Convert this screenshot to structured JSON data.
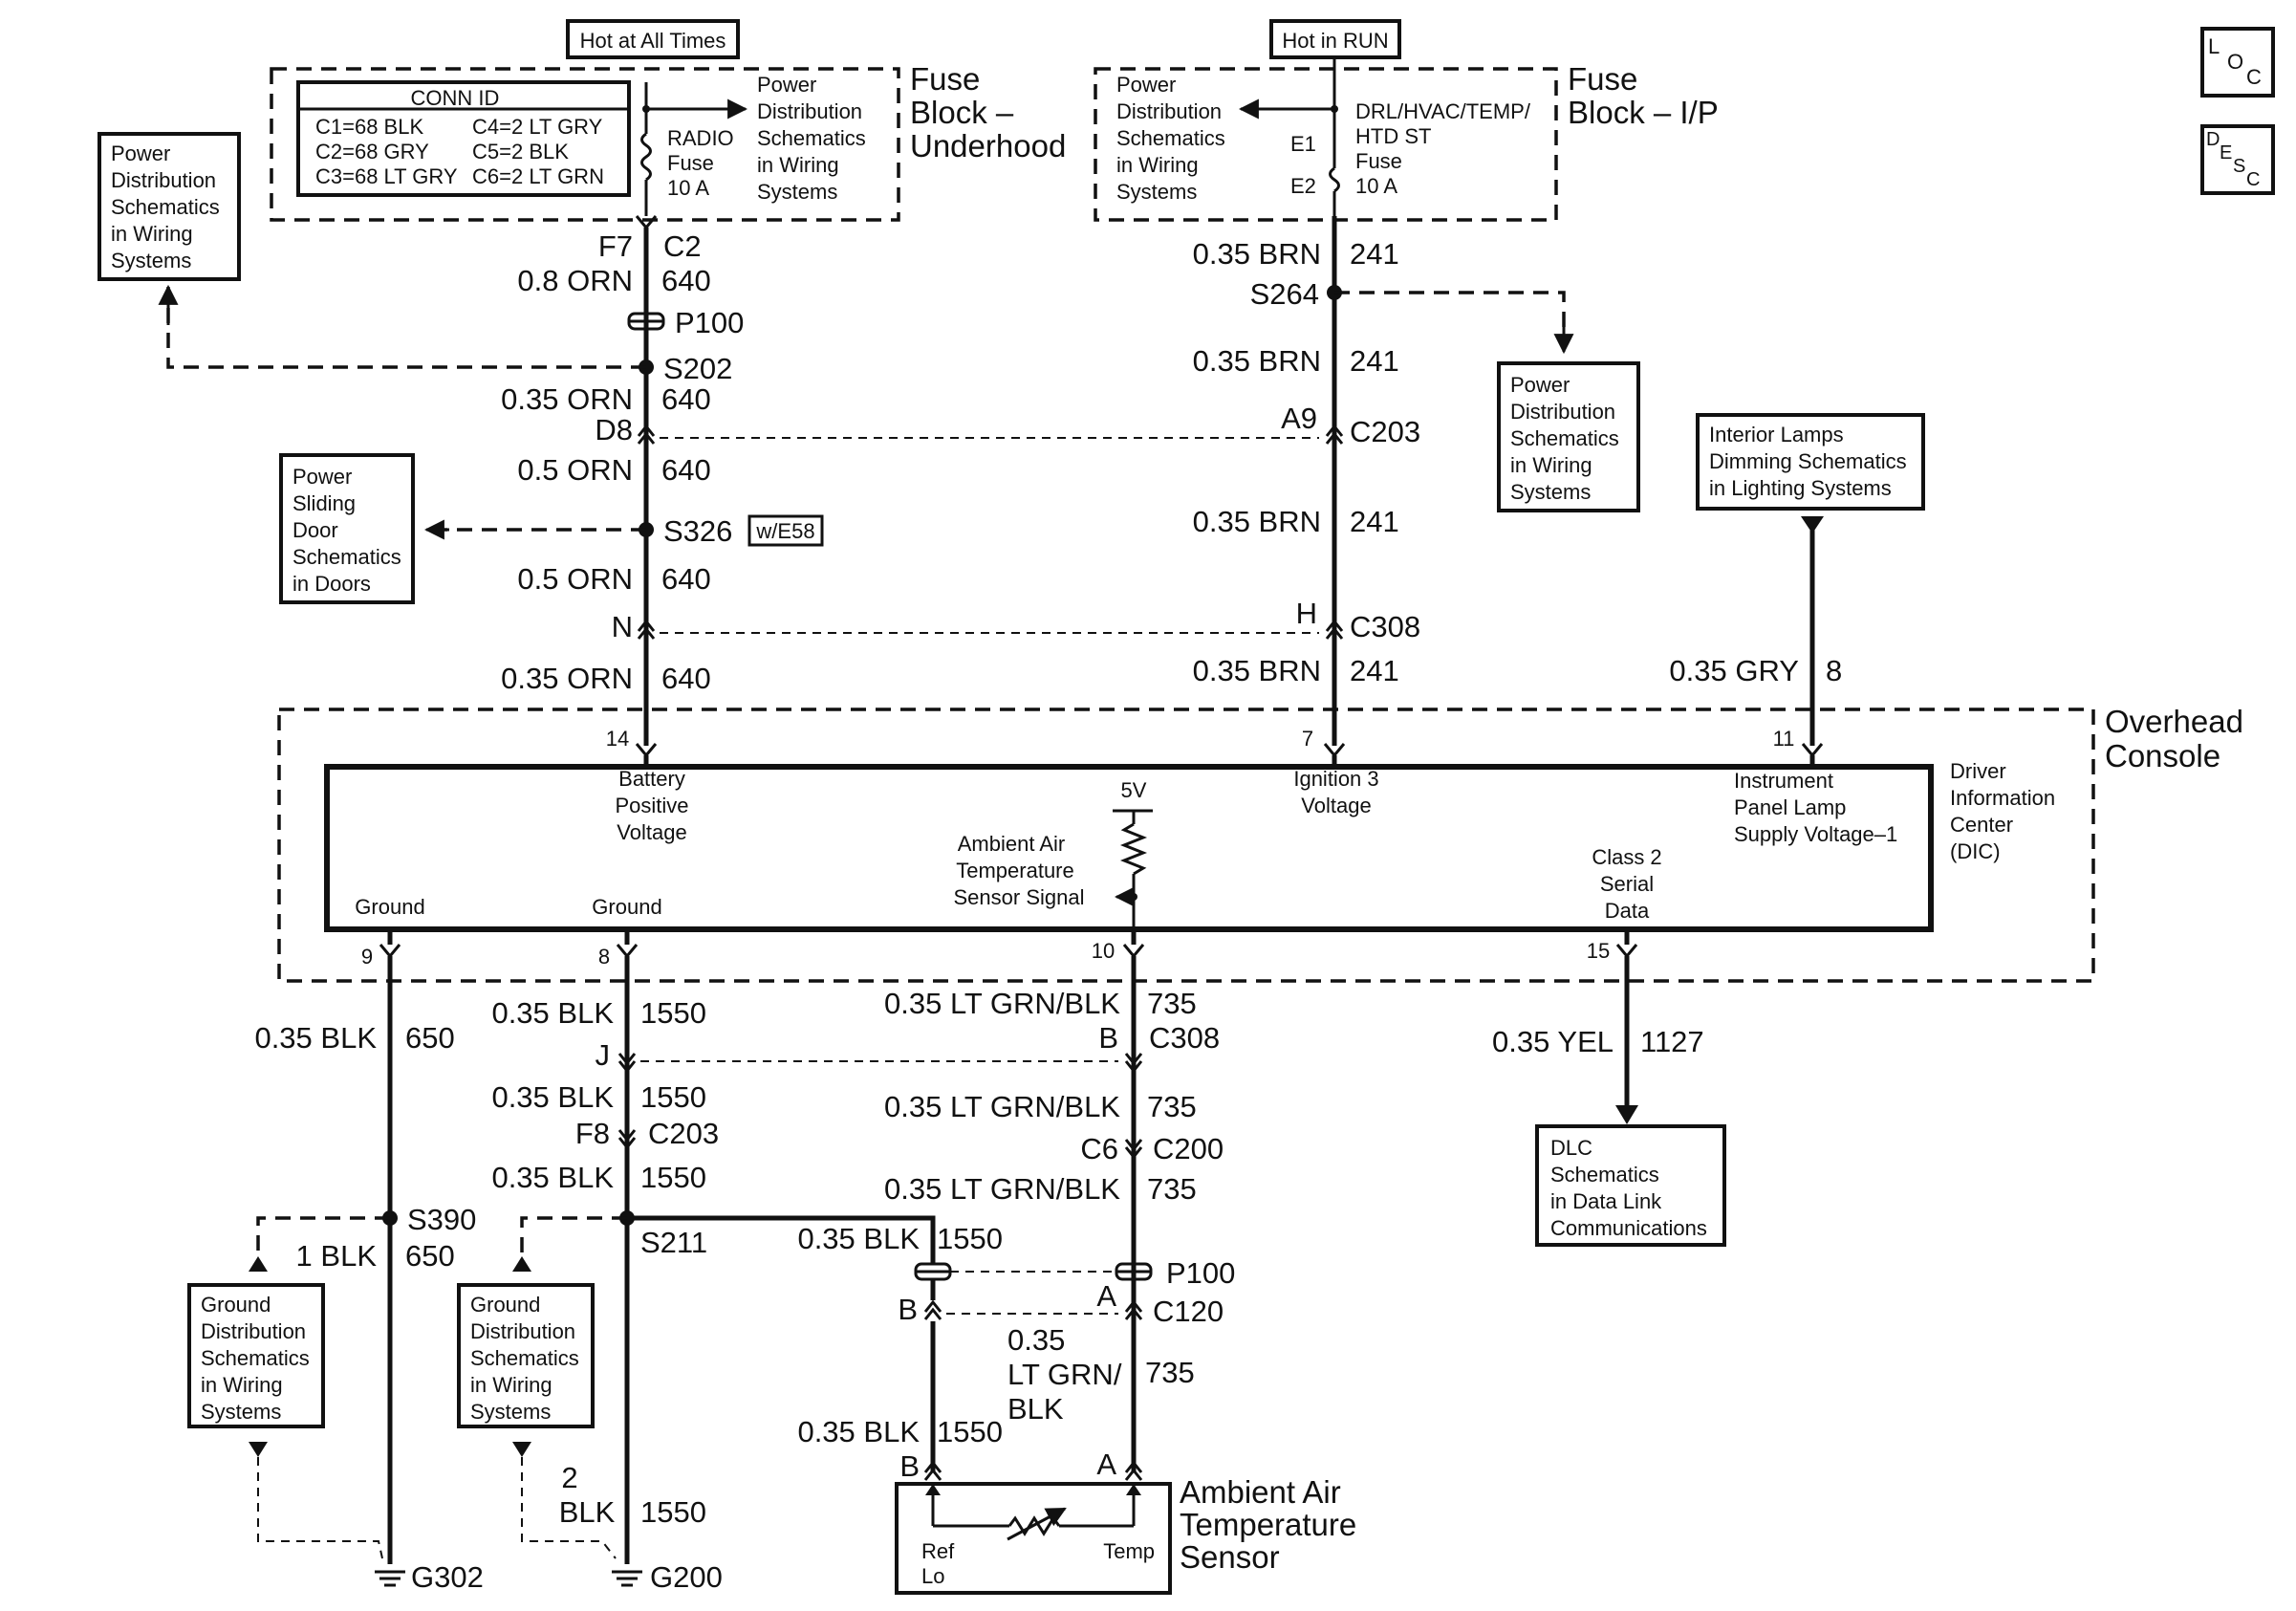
{
  "fuse_underhood": {
    "supply": "Hot at All Times",
    "title_lines": [
      "Fuse",
      "Block –",
      "Underhood"
    ],
    "conn_id_title": "CONN ID",
    "conn_id_left": [
      "C1=68 BLK",
      "C2=68 GRY",
      "C3=68 LT GRY"
    ],
    "conn_id_right": [
      "C4=2 LT GRY",
      "C5=2 BLK",
      "C6=2 LT GRN"
    ],
    "fuse_lines": [
      "RADIO",
      "Fuse",
      "10 A"
    ],
    "ref_lines": [
      "Power",
      "Distribution",
      "Schematics",
      "in Wiring",
      "Systems"
    ]
  },
  "fuse_ip": {
    "supply": "Hot in RUN",
    "title_lines": [
      "Fuse",
      "Block – I/P"
    ],
    "ref_lines": [
      "Power",
      "Distribution",
      "Schematics",
      "in Wiring",
      "Systems"
    ],
    "fuse_lines": [
      "DRL/HVAC/TEMP/",
      "HTD ST",
      "Fuse",
      "10 A"
    ],
    "e1": "E1",
    "e2": "E2"
  },
  "icons": {
    "loc": "LOC",
    "desc": "DESC"
  },
  "refs": {
    "pwr_left": [
      "Power",
      "Distribution",
      "Schematics",
      "in Wiring",
      "Systems"
    ],
    "sliding_door": [
      "Power",
      "Sliding",
      "Door",
      "Schematics",
      "in Doors"
    ],
    "pwr_right": [
      "Power",
      "Distribution",
      "Schematics",
      "in Wiring",
      "Systems"
    ],
    "interior_lamps": [
      "Interior Lamps",
      "Dimming Schematics",
      "in Lighting Systems"
    ],
    "gnd_left": [
      "Ground",
      "Distribution",
      "Schematics",
      "in Wiring",
      "Systems"
    ],
    "gnd_mid": [
      "Ground",
      "Distribution",
      "Schematics",
      "in Wiring",
      "Systems"
    ],
    "dlc": [
      "DLC",
      "Schematics",
      "in Data Link",
      "Communications"
    ]
  },
  "left_circuit": {
    "f7": "F7",
    "c2": "C2",
    "w1_gauge": "0.8 ORN",
    "w1_circuit": "640",
    "p100": "P100",
    "s202": "S202",
    "w2_gauge": "0.35 ORN",
    "w2_circuit": "640",
    "d8": "D8",
    "w3_gauge": "0.5 ORN",
    "w3_circuit": "640",
    "s326": "S326",
    "option": "w/E58",
    "w4_gauge": "0.5 ORN",
    "w4_circuit": "640",
    "n": "N",
    "w5_gauge": "0.35 ORN",
    "w5_circuit": "640"
  },
  "right_circuit": {
    "w1_gauge": "0.35 BRN",
    "w1_circuit": "241",
    "s264": "S264",
    "w2_gauge": "0.35 BRN",
    "w2_circuit": "241",
    "a9": "A9",
    "c203": "C203",
    "w3_gauge": "0.35 BRN",
    "w3_circuit": "241",
    "h": "H",
    "c308": "C308",
    "w4_gauge": "0.35 BRN",
    "w4_circuit": "241",
    "gry_gauge": "0.35 GRY",
    "gry_circuit": "8"
  },
  "console": {
    "title_lines": [
      "Overhead",
      "Console"
    ],
    "dic_lines": [
      "Driver",
      "Information",
      "Center",
      "(DIC)"
    ],
    "pin14": "14",
    "pin7": "7",
    "pin11": "11",
    "pin9": "9",
    "pin8": "8",
    "pin10": "10",
    "pin15": "15",
    "batt_lines": [
      "Battery",
      "Positive",
      "Voltage"
    ],
    "ign_lines": [
      "Ignition 3",
      "Voltage"
    ],
    "ipl_lines": [
      "Instrument",
      "Panel Lamp",
      "Supply Voltage–1"
    ],
    "v5": "5V",
    "ambient_lines": [
      "Ambient Air",
      "Temperature",
      "Sensor Signal"
    ],
    "class2_lines": [
      "Class 2",
      "Serial",
      "Data"
    ],
    "ground1": "Ground",
    "ground2": "Ground"
  },
  "bottom": {
    "blk650_gauge": "0.35 BLK",
    "blk650_circuit": "650",
    "s390": "S390",
    "blk1_gauge": "1 BLK",
    "blk1_circuit": "650",
    "g302": "G302",
    "b1550a_gauge": "0.35 BLK",
    "b1550a_circuit": "1550",
    "j": "J",
    "b1550b_gauge": "0.35 BLK",
    "b1550b_circuit": "1550",
    "f8": "F8",
    "c203": "C203",
    "b1550c_gauge": "0.35 BLK",
    "b1550c_circuit": "1550",
    "s211": "S211",
    "blk2_gauge_a": "2",
    "blk2_gauge_b": "BLK",
    "blk2_circuit": "1550",
    "g200": "G200",
    "lg1_gauge": "0.35 LT GRN/BLK",
    "lg1_circuit": "735",
    "b_pin": "B",
    "c308": "C308",
    "lg2_gauge": "0.35 LT GRN/BLK",
    "lg2_circuit": "735",
    "c6": "C6",
    "c200": "C200",
    "lg3_gauge": "0.35 LT GRN/BLK",
    "lg3_circuit": "735",
    "sb_gauge": "0.35 BLK",
    "sb_circuit": "1550",
    "p100": "P100",
    "b2": "B",
    "a2": "A",
    "c120": "C120",
    "lg4_gauge_lines": [
      "0.35",
      "LT GRN/",
      "BLK"
    ],
    "lg4_circuit": "735",
    "sb2_gauge": "0.35 BLK",
    "sb2_circuit": "1550",
    "b3": "B",
    "a3": "A",
    "yel_gauge": "0.35 YEL",
    "yel_circuit": "1127",
    "sensor_title_lines": [
      "Ambient Air",
      "Temperature",
      "Sensor"
    ],
    "ref_lo": [
      "Ref",
      "Lo"
    ],
    "temp": "Temp"
  }
}
